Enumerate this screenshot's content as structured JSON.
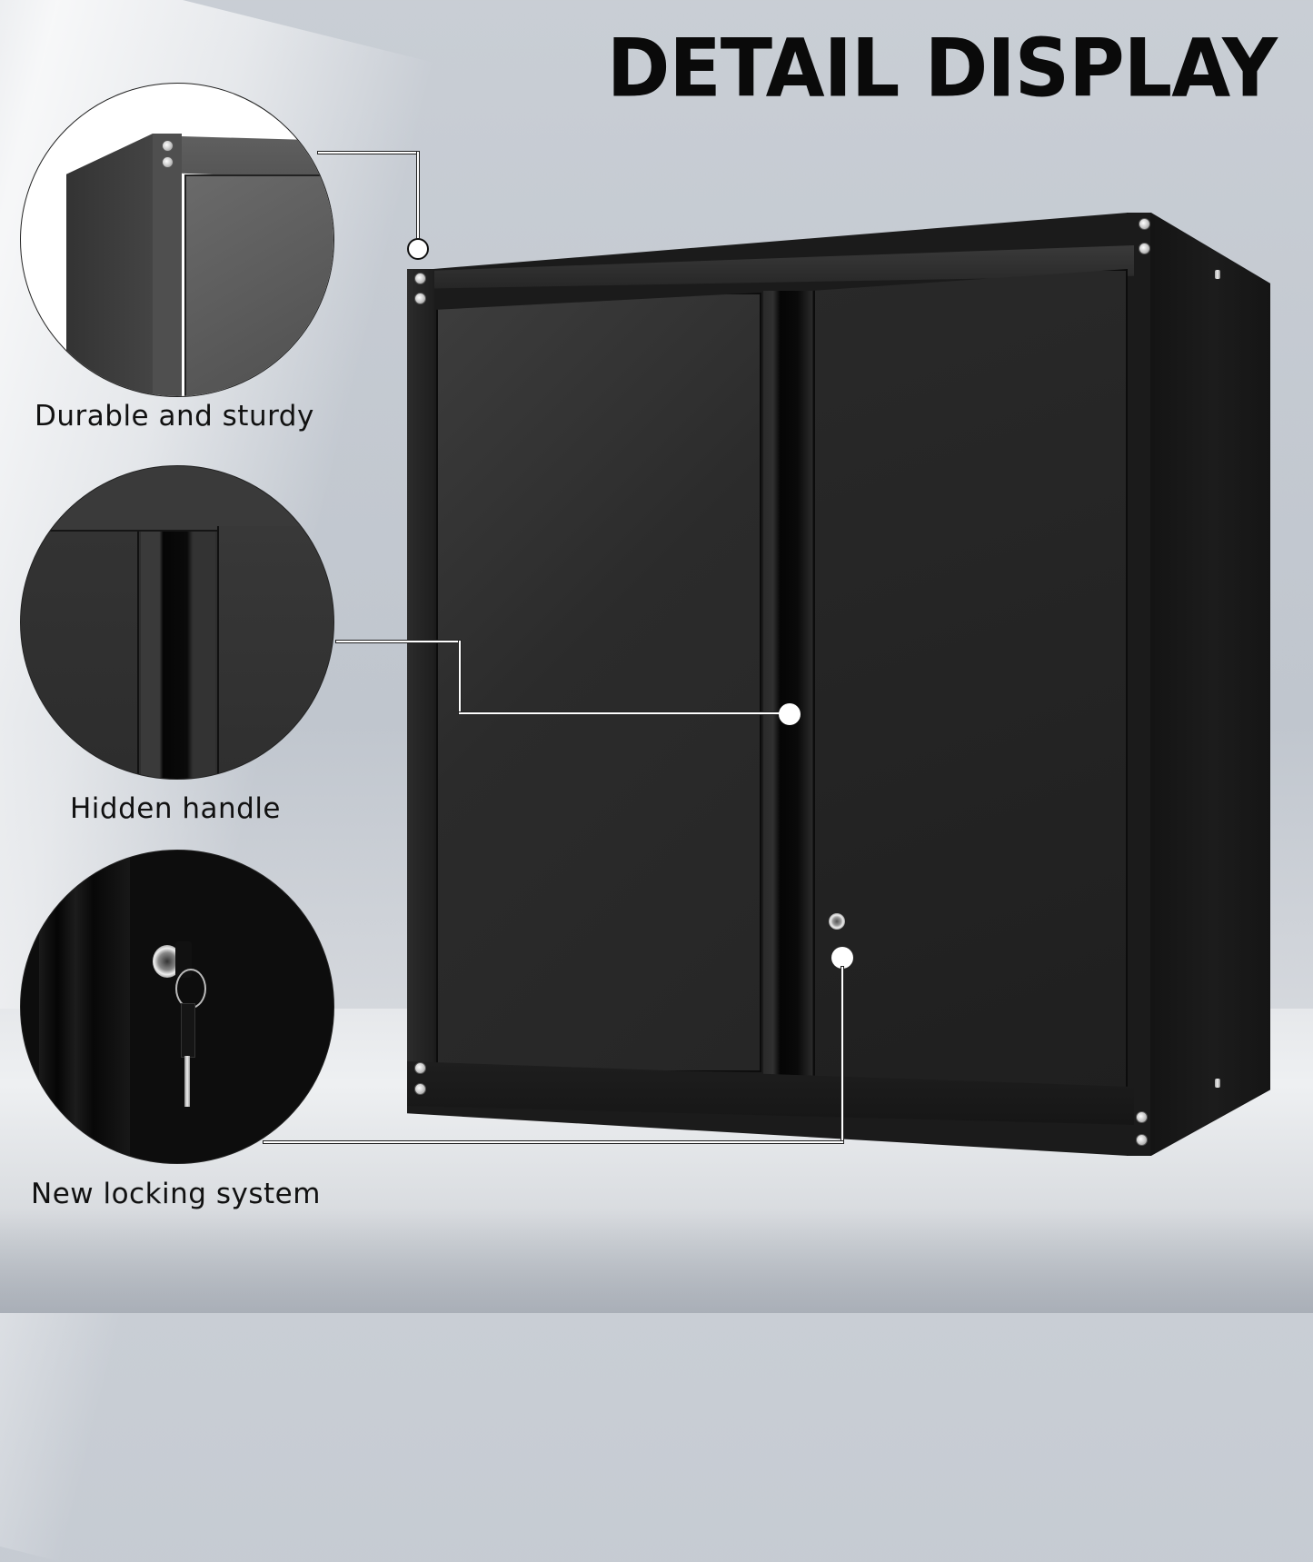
{
  "header": {
    "title": "DETAIL DISPLAY"
  },
  "product": {
    "type": "black metal wall cabinet",
    "doors": 2,
    "features": [
      "hidden handle",
      "key lock",
      "bolted steel frame"
    ]
  },
  "callouts": [
    {
      "id": "durable",
      "label": "Durable and sturdy",
      "detail_icon": "cabinet-corner-icon",
      "points_to": "top-left-corner"
    },
    {
      "id": "handle",
      "label": "Hidden handle",
      "detail_icon": "hidden-handle-icon",
      "points_to": "center-handle-channel"
    },
    {
      "id": "lock",
      "label": "New locking system",
      "detail_icon": "lock-and-key-icon",
      "points_to": "right-door-lock"
    }
  ],
  "colors": {
    "background": "#c5cad1",
    "cabinet": "#1b1b1b",
    "title": "#0a0a0a",
    "callout_line": "#ffffff",
    "callout_dot": "#ffffff"
  }
}
